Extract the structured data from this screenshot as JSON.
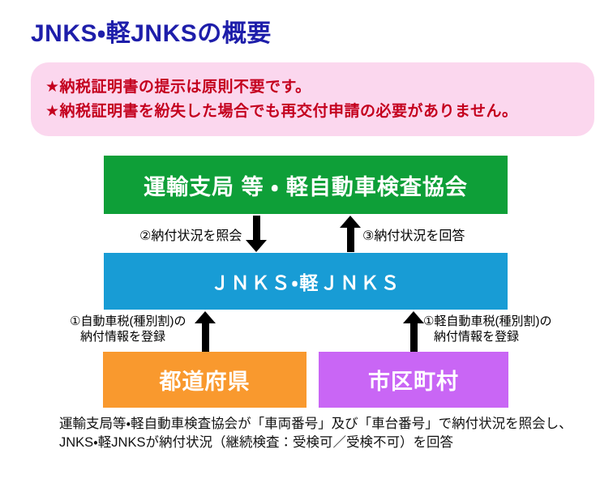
{
  "page": {
    "title": "JNKS・軽JNKSの概要"
  },
  "notice": {
    "lines": [
      "★納税証明書の提示は原則不要です。",
      "★納税証明書を紛失した場合でも再交付申請の必要がありません。"
    ]
  },
  "diagram": {
    "top_box": "運輸支局 等 ・ 軽自動車検査協会",
    "center_box": "ＪＮＫＳ・軽ＪＮＫＳ",
    "bottom_left_box": "都道府県",
    "bottom_right_box": "市区町村",
    "arrow_labels": {
      "query": "②納付状況を照会",
      "answer": "③納付状況を回答",
      "register_left_line1": "①自動車税(種別割)の",
      "register_left_line2": "納付情報を登録",
      "register_right_line1": "①軽自動車税(種別割)の",
      "register_right_line2": "納付情報を登録"
    }
  },
  "footnote": {
    "line1": "運輸支局等・軽自動車検査協会が「車両番号」及び「車台番号」で納付状況を照会し、",
    "line2": "JNKS・軽JNKSが納付状況（継続検査：受検可／受検不可）を回答"
  },
  "colors": {
    "title_text": "#1e1eaa",
    "notice_background": "#fbd7ee",
    "notice_text": "#c4001e",
    "top_box_green": "#0e9f38",
    "center_box_blue": "#189cd5",
    "bottom_left_orange": "#f9992e",
    "bottom_right_purple": "#c966f5",
    "arrow_black": "#000000"
  }
}
